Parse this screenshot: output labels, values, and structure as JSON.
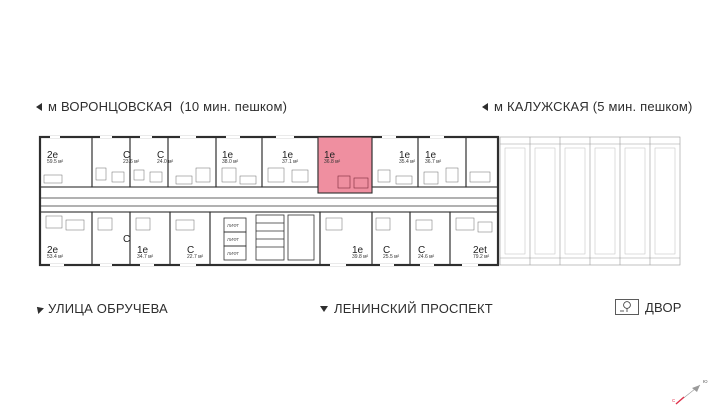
{
  "directions": {
    "top_left": "м ВОРОНЦОВСКАЯ  (10 мин. пешком)",
    "top_right": "м КАЛУЖСКАЯ (5 мин. пешком)",
    "bottom_left": "УЛИЦА ОБРУЧЕВА",
    "bottom_center": "ЛЕНИНСКИЙ ПРОСПЕКТ",
    "bottom_right": "ДВОР"
  },
  "top_units": [
    {
      "type": "2е",
      "area": "59.5 м²",
      "selected": false
    },
    {
      "type": "С",
      "area": "23.6 м²",
      "selected": false
    },
    {
      "type": "С",
      "area": "24.0 м²",
      "selected": false
    },
    {
      "type": "1е",
      "area": "38.0 м²",
      "selected": false
    },
    {
      "type": "1е",
      "area": "37.1 м²",
      "selected": false
    },
    {
      "type": "1е",
      "area": "36.8 м²",
      "selected": true
    },
    {
      "type": "1е",
      "area": "35.4 м²",
      "selected": false
    },
    {
      "type": "1е",
      "area": "36.7 м²",
      "selected": false
    }
  ],
  "bottom_units": [
    {
      "type": "2е",
      "area": "53.4 м²"
    },
    {
      "type": "С",
      "area": "",
      "selected": false
    },
    {
      "type": "1е",
      "area": "34.7 м²"
    },
    {
      "type": "С",
      "area": "22.7 м²"
    },
    {
      "type": "1е",
      "area": "39.8 м²"
    },
    {
      "type": "С",
      "area": "25.5 м²"
    },
    {
      "type": "С",
      "area": "24.6 м²"
    },
    {
      "type": "2еt",
      "area": "79.2 м²"
    }
  ],
  "lifts": [
    "ЛИФТ",
    "ЛИФТ",
    "ЛИФТ"
  ],
  "compass": {
    "north": "Ю",
    "south": "С"
  },
  "colors": {
    "selected": "#ef8fa0",
    "wall": "#2f2f2f",
    "arrow": "#e0304a"
  },
  "icons": {
    "yard": "tree-bench-icon"
  }
}
